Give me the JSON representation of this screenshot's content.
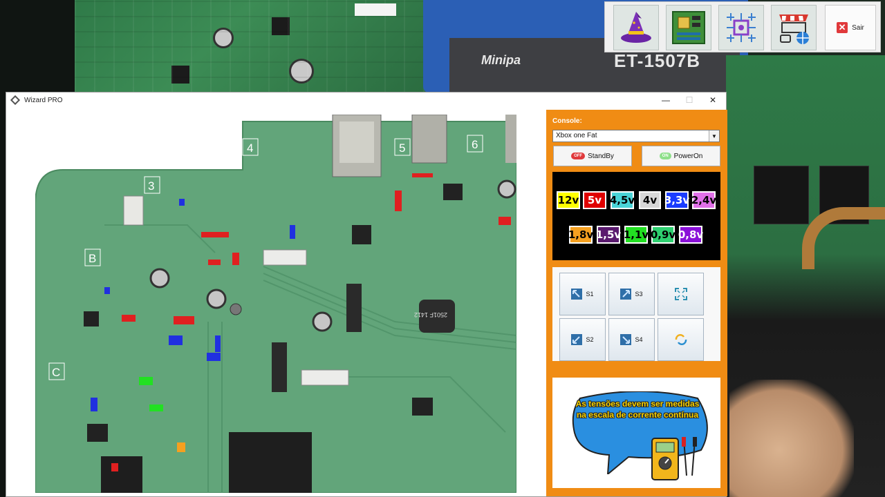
{
  "window": {
    "title": "Wizard PRO",
    "minimize": "—",
    "maximize": "☐",
    "close": "✕"
  },
  "toolbar": {
    "exit_label": "Sair",
    "buttons": [
      "wizard-hat-icon",
      "motherboard-icon",
      "circuit-chip-icon",
      "store-network-icon"
    ]
  },
  "background": {
    "meter_brand": "Minipa",
    "meter_model": "ET-1507B"
  },
  "board": {
    "zones": [
      "4",
      "5",
      "6",
      "3",
      "B",
      "C"
    ],
    "inductor_marking": "2501F 1412"
  },
  "panel": {
    "console_label": "Console:",
    "console_value": "Xbox one Fat",
    "standby": {
      "pill": "OFF",
      "label": "StandBy"
    },
    "poweron": {
      "pill": "ON",
      "label": "PowerOn"
    },
    "voltages_row1": [
      {
        "label": "12v",
        "bg": "#ffff00",
        "fg": "#000000"
      },
      {
        "label": "5v",
        "bg": "#e00000",
        "fg": "#ffffff"
      },
      {
        "label": "4,5v",
        "bg": "#4ad4d8",
        "fg": "#000000"
      },
      {
        "label": "4v",
        "bg": "#d8d8d8",
        "fg": "#000000"
      },
      {
        "label": "3,3v",
        "bg": "#1a3cff",
        "fg": "#ffffff"
      },
      {
        "label": "2,4v",
        "bg": "#e070e8",
        "fg": "#000000"
      }
    ],
    "voltages_row2": [
      {
        "label": "1,8v",
        "bg": "#f5a020",
        "fg": "#000000"
      },
      {
        "label": "1,5v",
        "bg": "#5a1a6e",
        "fg": "#ffffff"
      },
      {
        "label": "1,1v",
        "bg": "#22e022",
        "fg": "#000000"
      },
      {
        "label": "0,9v",
        "bg": "#2ed070",
        "fg": "#000000"
      },
      {
        "label": "0,8v",
        "bg": "#8a10d8",
        "fg": "#ffffff"
      }
    ],
    "tools": [
      {
        "label": "S1",
        "icon": "arrow-up-left-icon"
      },
      {
        "label": "S3",
        "icon": "arrow-up-right-icon"
      },
      {
        "label": "",
        "icon": "expand-icon"
      },
      {
        "label": "S2",
        "icon": "arrow-down-left-icon"
      },
      {
        "label": "S4",
        "icon": "arrow-down-right-icon"
      },
      {
        "label": "",
        "icon": "refresh-icon"
      }
    ],
    "note": "As tensões devem ser medidas na escala de corrente contínua"
  },
  "colors": {
    "panel_orange": "#f08c14",
    "pcb_green": "#62a57a"
  }
}
